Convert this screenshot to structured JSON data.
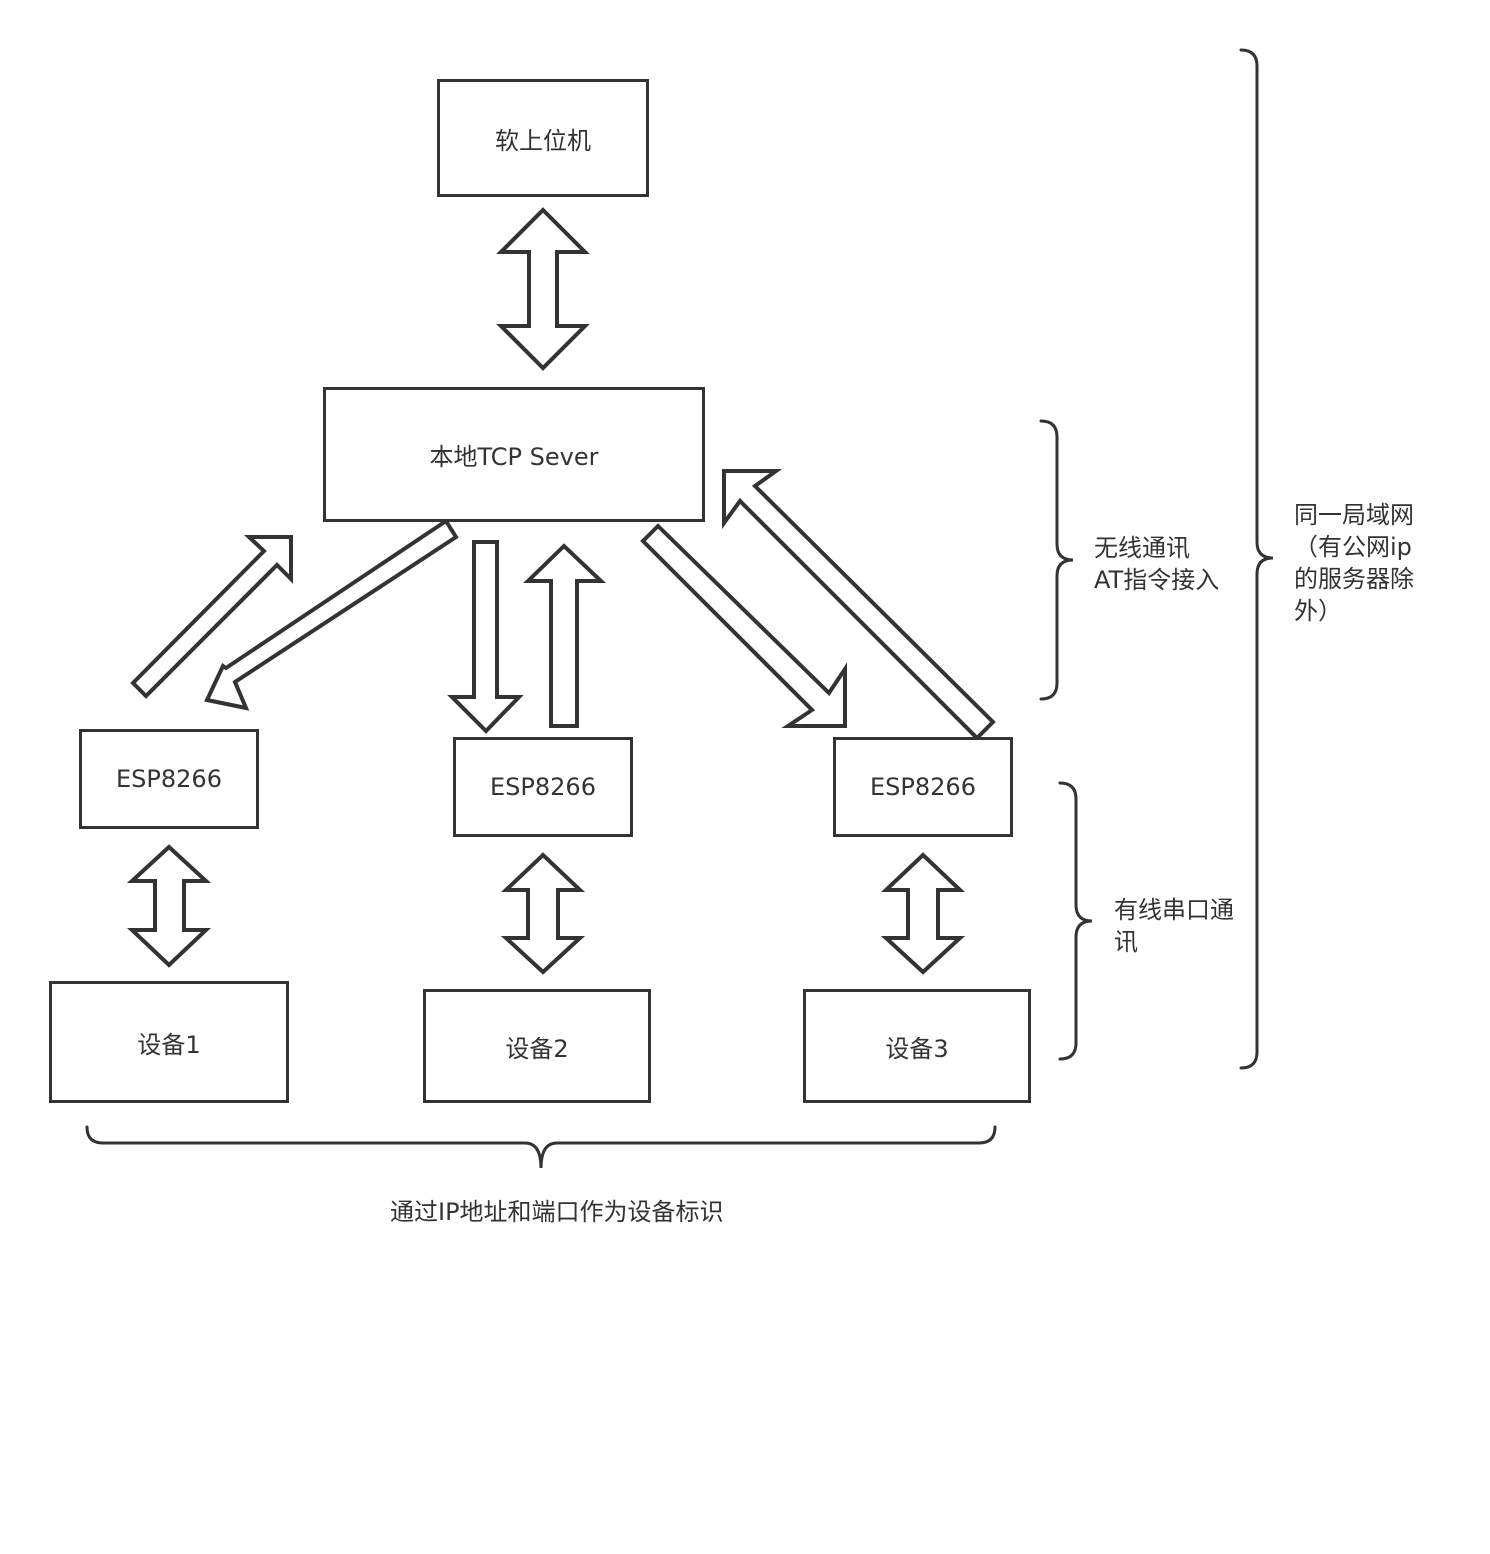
{
  "diagram": {
    "nodes": {
      "host": "软上位机",
      "server": "本地TCP Sever",
      "esp_left": "ESP8266",
      "esp_middle": "ESP8266",
      "esp_right": "ESP8266",
      "device_1": "设备1",
      "device_2": "设备2",
      "device_3": "设备3"
    },
    "labels": {
      "wireless_line1": "无线通讯",
      "wireless_line2": "AT指令接入",
      "wired_line1": "有线串口通",
      "wired_line2": "讯",
      "lan_line1": "同一局域网",
      "lan_line2": "（有公网ip",
      "lan_line3": "的服务器除",
      "lan_line4": "外）",
      "identification": "通过IP地址和端口作为设备标识"
    },
    "edges": [
      {
        "from": "host",
        "to": "server",
        "style": "bidirectional"
      },
      {
        "from": "esp_left",
        "to": "server",
        "style": "one-way"
      },
      {
        "from": "server",
        "to": "esp_left",
        "style": "one-way"
      },
      {
        "from": "server",
        "to": "esp_middle",
        "style": "one-way"
      },
      {
        "from": "esp_middle",
        "to": "server",
        "style": "one-way"
      },
      {
        "from": "server",
        "to": "esp_right",
        "style": "one-way"
      },
      {
        "from": "esp_right",
        "to": "server",
        "style": "one-way"
      },
      {
        "from": "esp_left",
        "to": "device_1",
        "style": "bidirectional"
      },
      {
        "from": "esp_middle",
        "to": "device_2",
        "style": "bidirectional"
      },
      {
        "from": "esp_right",
        "to": "device_3",
        "style": "bidirectional"
      }
    ],
    "colors": {
      "stroke": "#333333",
      "fill": "#ffffff",
      "text": "#333333"
    }
  }
}
